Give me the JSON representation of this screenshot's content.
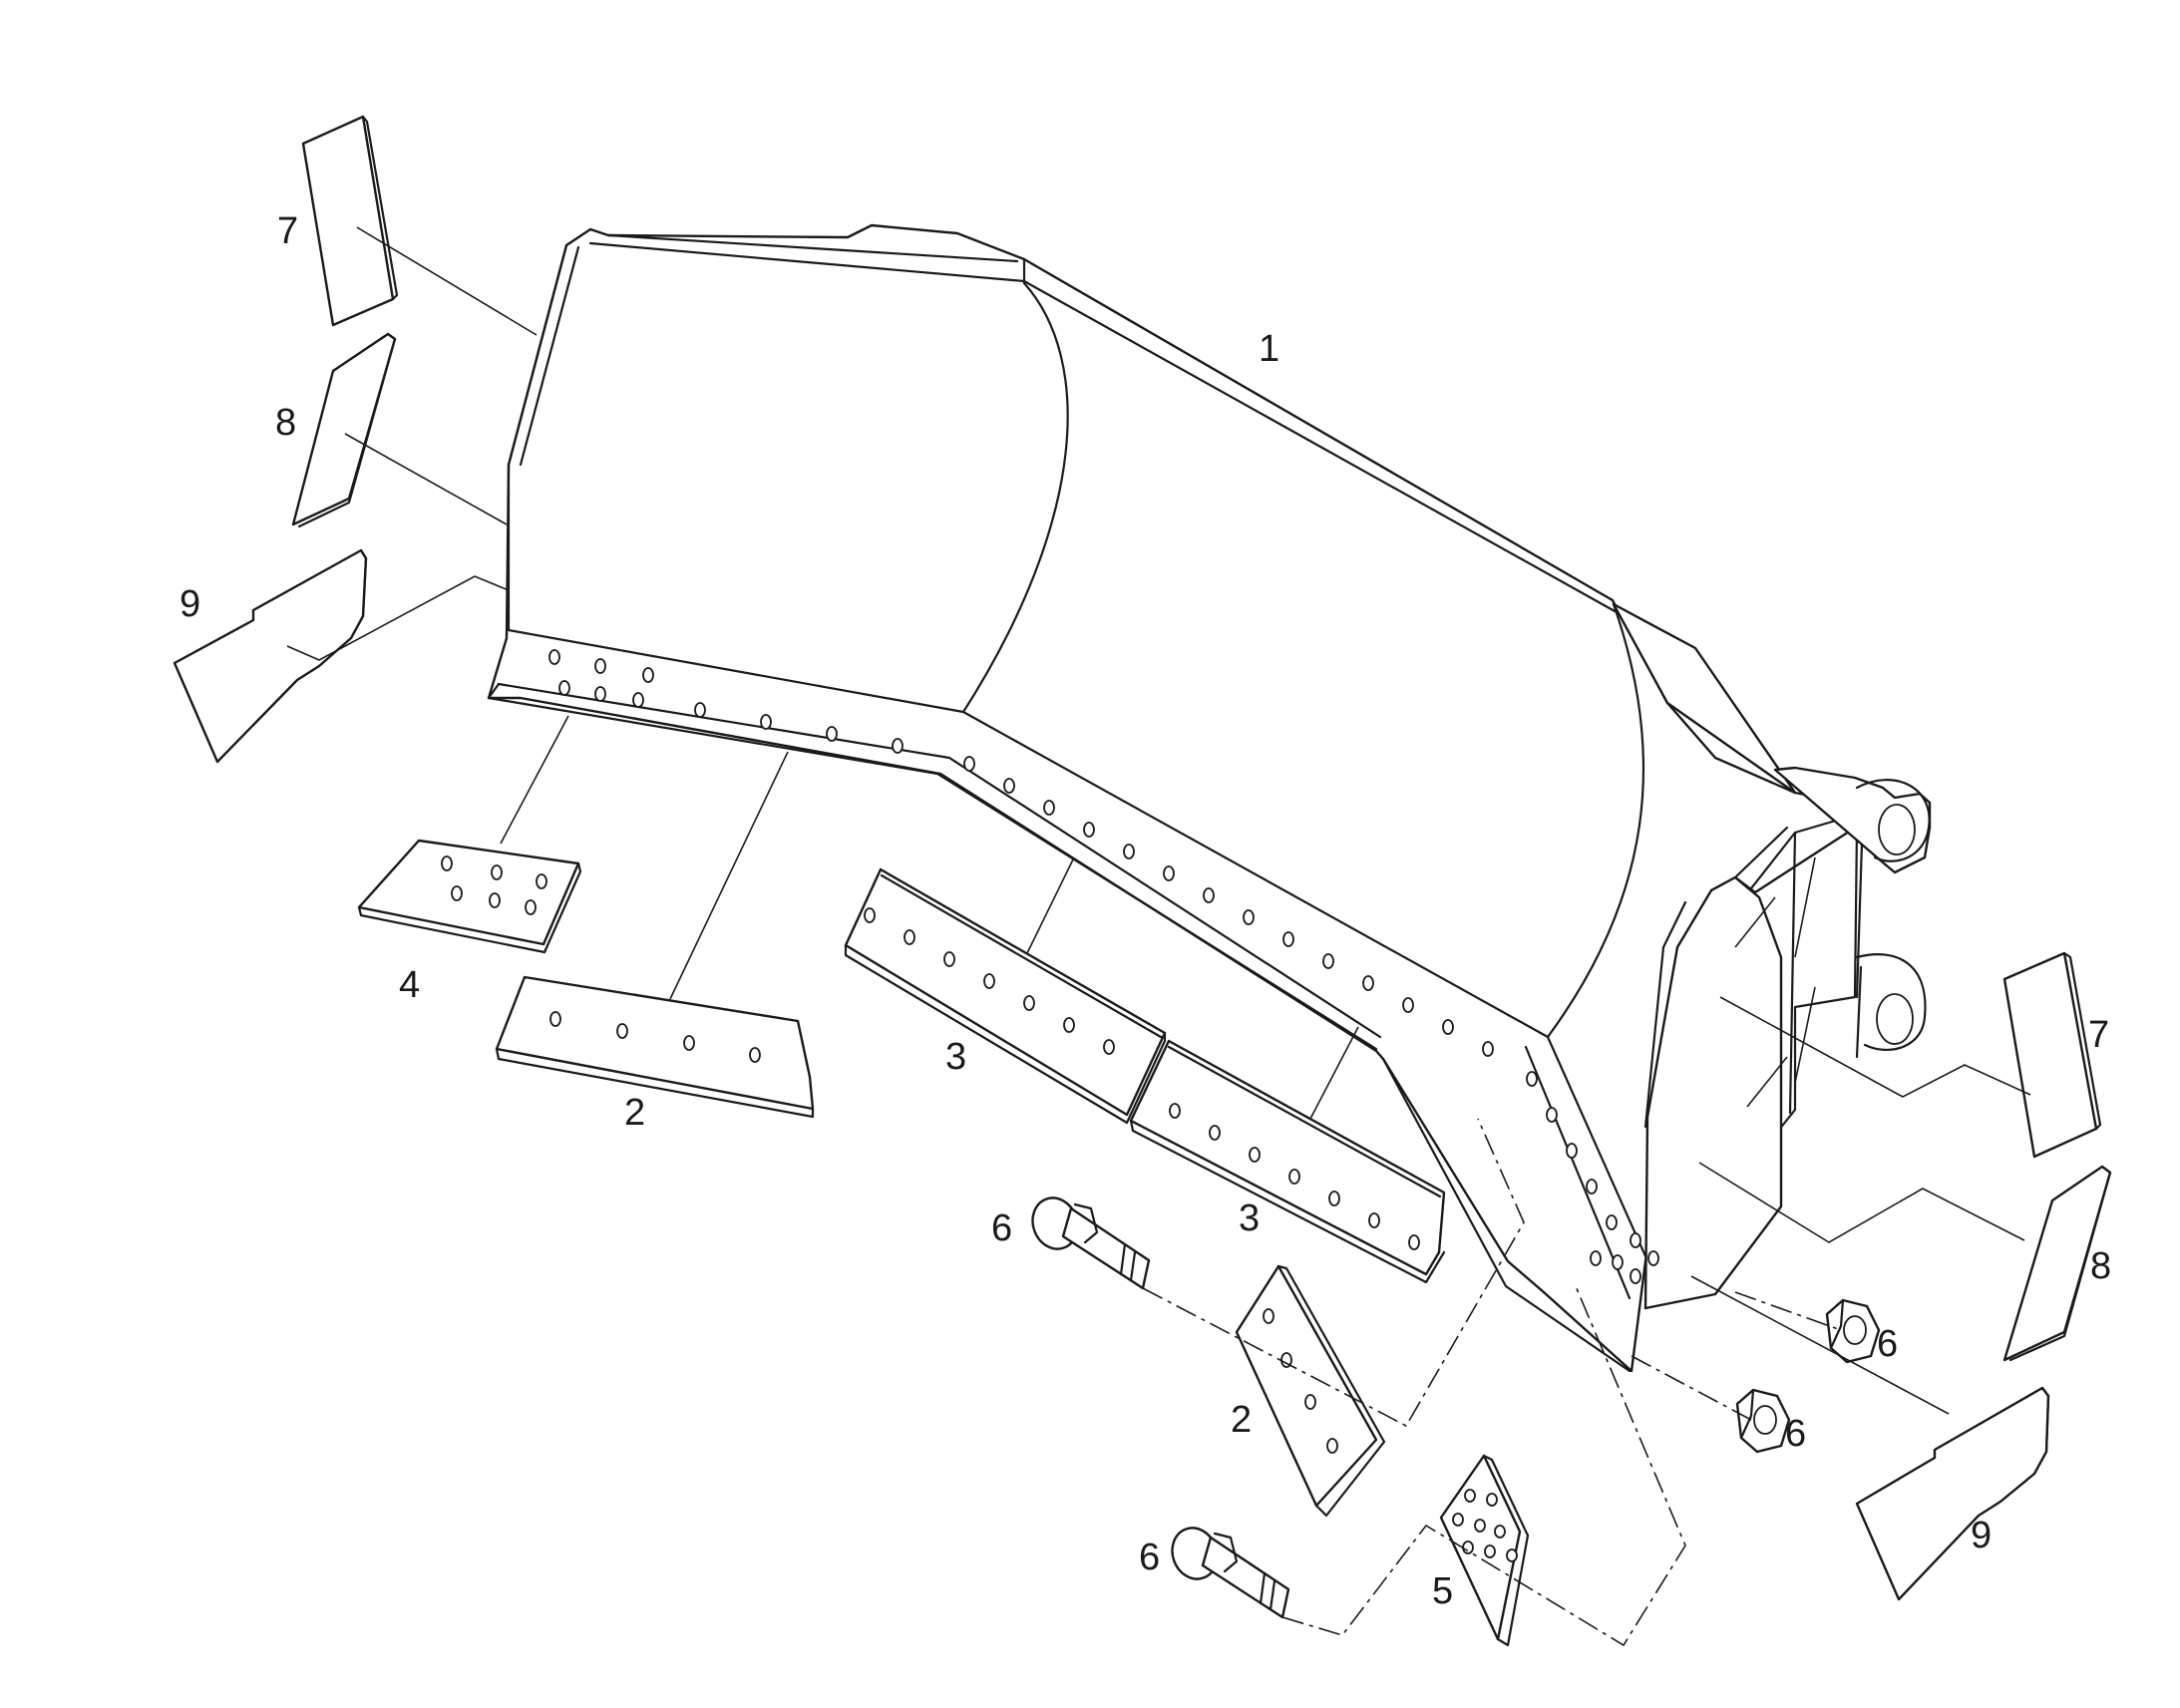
{
  "labels": {
    "part_1": "1",
    "part_2a": "2",
    "part_2b": "2",
    "part_3a": "3",
    "part_3b": "3",
    "part_4": "4",
    "part_5": "5",
    "part_6_bolt_a": "6",
    "part_6_bolt_b": "6",
    "part_6_nut_a": "6",
    "part_6_nut_b": "6",
    "part_7_left": "7",
    "part_7_right": "7",
    "part_8_left": "8",
    "part_8_right": "8",
    "part_9_left": "9",
    "part_9_right": "9"
  },
  "colors": {
    "line": "#1a1a1a",
    "fill": "#ffffff"
  }
}
